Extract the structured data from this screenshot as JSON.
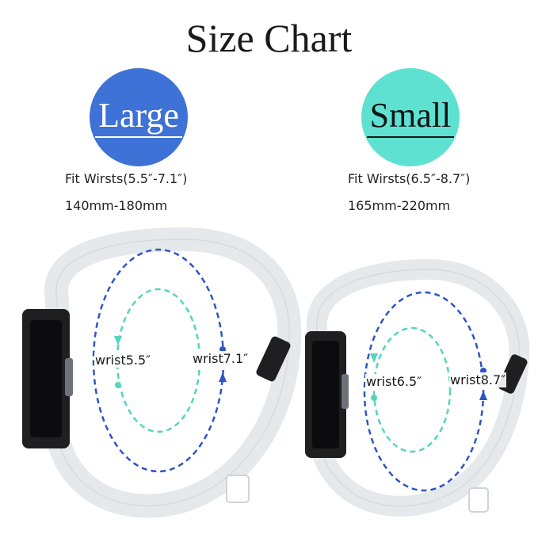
{
  "title": "Size Chart",
  "colors": {
    "large_badge": "#3f72d6",
    "small_badge": "#5fe1d1",
    "outer_dash": "#2e55c2",
    "inner_dash": "#52d6bb",
    "band": "#e6e9ec",
    "tracker_body": "#1f1f22"
  },
  "large": {
    "badge": "Large",
    "fit": "Fit Wirsts(5.5″-7.1″)",
    "mm": "140mm-180mm",
    "wrist_min": "wrist5.5″",
    "wrist_max": "wrist7.1″"
  },
  "small": {
    "badge": "Small",
    "fit": "Fit Wirsts(6.5″-8.7″)",
    "mm": "165mm-220mm",
    "wrist_min": "wrist6.5″",
    "wrist_max": "wrist8.7″"
  }
}
